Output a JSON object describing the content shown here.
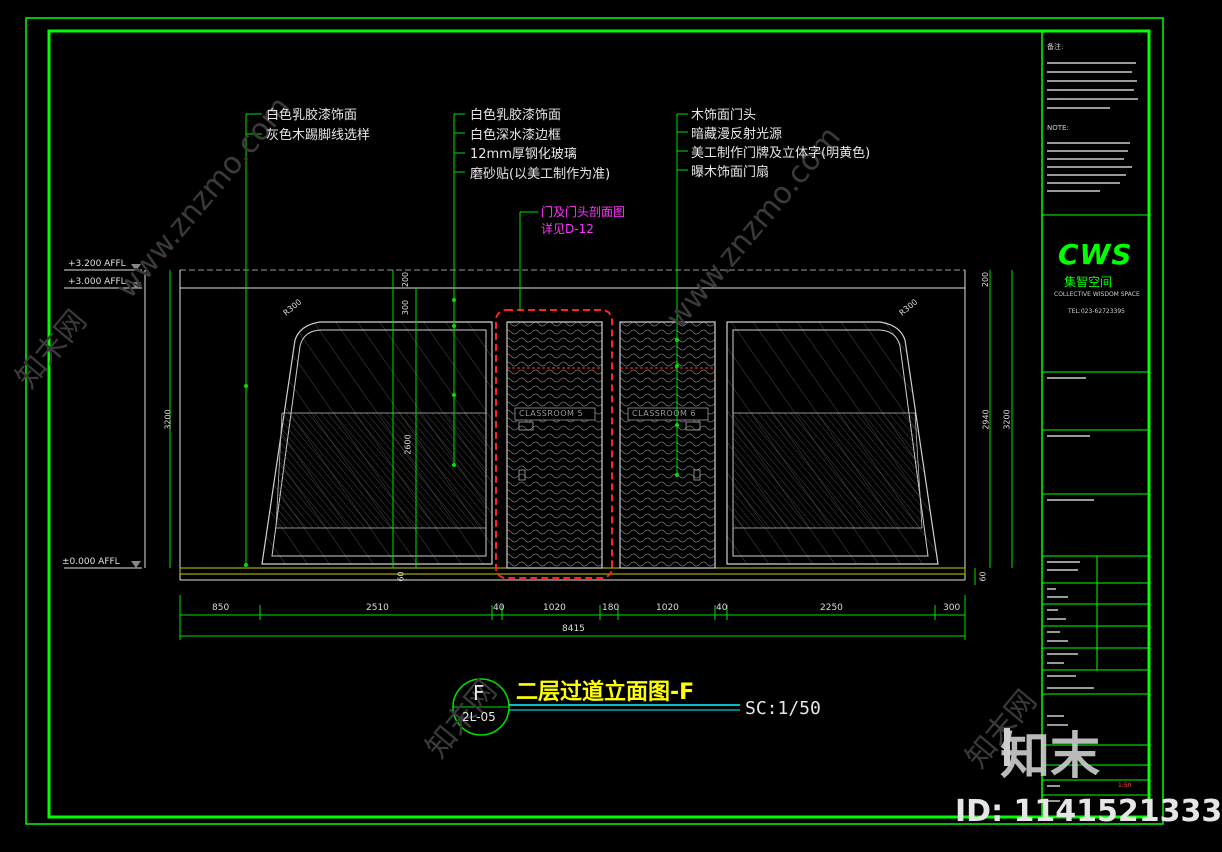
{
  "drawing": {
    "title": "二层过道立面图-F",
    "scale": "SC:1/50",
    "callout_letter": "F",
    "callout_ref": "2L-05",
    "levels": [
      "+3.200 AFFL",
      "+3.000 AFFL",
      "±0.000 AFFL"
    ],
    "notes_left": [
      "白色乳胶漆饰面",
      "灰色木踢脚线选样"
    ],
    "notes_mid": [
      "白色乳胶漆饰面",
      "白色深水漆边框",
      "12mm厚钢化玻璃",
      "磨砂贴(以美工制作为准)"
    ],
    "notes_right": [
      "木饰面门头",
      "暗藏漫反射光源",
      "美工制作门牌及立体字(明黄色)",
      "曝木饰面门扇"
    ],
    "section_note": [
      "门及门头剖面图",
      "详见D-12"
    ],
    "door_labels": [
      "CLASSROOM 5",
      "CLASSROOM 6"
    ],
    "radius_labels": [
      "R300",
      "R300"
    ],
    "bottom_dims": [
      "850",
      "2510",
      "40",
      "1020",
      "180",
      "1020",
      "40",
      "2250",
      "300"
    ],
    "total_dim": "8415",
    "left_vert_dims": [
      "200",
      "300",
      "2600",
      "3200"
    ],
    "right_vert_dims": [
      "200",
      "2940",
      "3200"
    ],
    "bottom_vert_dims": [
      "60",
      "60"
    ]
  },
  "title_block": {
    "notes_header": "备注:",
    "note_en": "NOTE:",
    "logo": "CWS",
    "company_cn": "集智空间",
    "company_en": "COLLECTIVE WISDOM SPACE",
    "tel": "TEL:023-62723395",
    "scale_value": "1:50"
  },
  "watermark": {
    "logo": "知末",
    "id": "ID: 1141521333",
    "site": "www.znzmo.com"
  },
  "colors": {
    "frame": "#00ff00",
    "line": "#00e000",
    "text": "#e6e6e6",
    "title": "#ffff00",
    "callout": "#00ffff",
    "section": "#ff33ff",
    "highlight": "#ff2222"
  }
}
